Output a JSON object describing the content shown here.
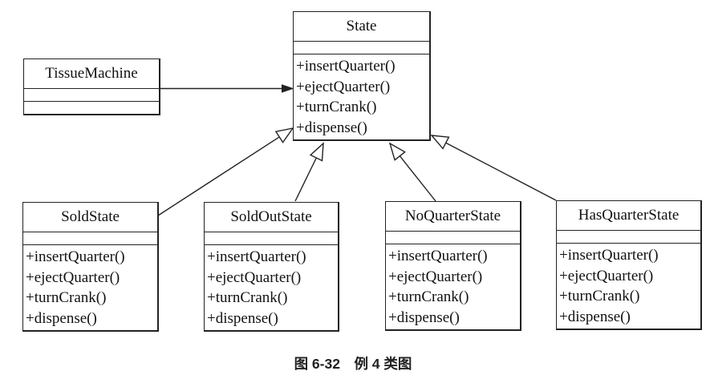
{
  "figure": {
    "caption": "图 6-32　例 4 类图"
  },
  "colors": {
    "background": "#ffffff",
    "line": "#222222",
    "text": "#111111"
  },
  "classes": {
    "state": {
      "name": "State",
      "attributes": [],
      "methods": [
        "+insertQuarter()",
        "+ejectQuarter()",
        "+turnCrank()",
        "+dispense()"
      ]
    },
    "tissue_machine": {
      "name": "TissueMachine",
      "attributes": [],
      "methods": []
    },
    "sold_state": {
      "name": "SoldState",
      "attributes": [],
      "methods": [
        "+insertQuarter()",
        "+ejectQuarter()",
        "+turnCrank()",
        "+dispense()"
      ]
    },
    "sold_out_state": {
      "name": "SoldOutState",
      "attributes": [],
      "methods": [
        "+insertQuarter()",
        "+ejectQuarter()",
        "+turnCrank()",
        "+dispense()"
      ]
    },
    "no_quarter_state": {
      "name": "NoQuarterState",
      "attributes": [],
      "methods": [
        "+insertQuarter()",
        "+ejectQuarter()",
        "+turnCrank()",
        "+dispense()"
      ]
    },
    "has_quarter_state": {
      "name": "HasQuarterState",
      "attributes": [],
      "methods": [
        "+insertQuarter()",
        "+ejectQuarter()",
        "+turnCrank()",
        "+dispense()"
      ]
    }
  },
  "relationships": [
    {
      "type": "association",
      "from": "TissueMachine",
      "to": "State",
      "arrowhead": "filled"
    },
    {
      "type": "generalization",
      "from": "SoldState",
      "to": "State",
      "arrowhead": "hollow-triangle"
    },
    {
      "type": "generalization",
      "from": "SoldOutState",
      "to": "State",
      "arrowhead": "hollow-triangle"
    },
    {
      "type": "generalization",
      "from": "NoQuarterState",
      "to": "State",
      "arrowhead": "hollow-triangle"
    },
    {
      "type": "generalization",
      "from": "HasQuarterState",
      "to": "State",
      "arrowhead": "hollow-triangle"
    }
  ]
}
